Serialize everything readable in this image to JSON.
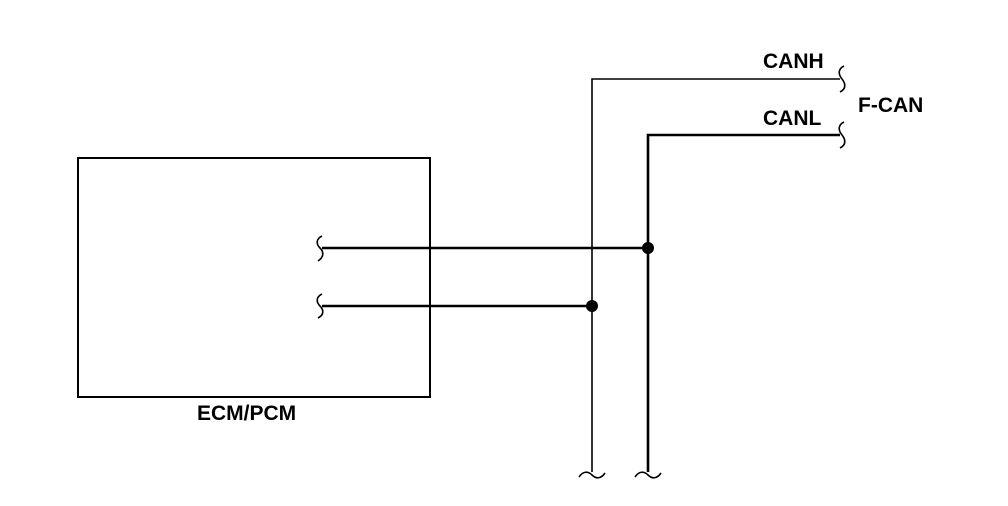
{
  "labels": {
    "canh": "CANH",
    "canl": "CANL",
    "bus": "F-CAN",
    "module": "ECM/PCM"
  },
  "colors": {
    "line": "#000000",
    "background": "#ffffff"
  }
}
